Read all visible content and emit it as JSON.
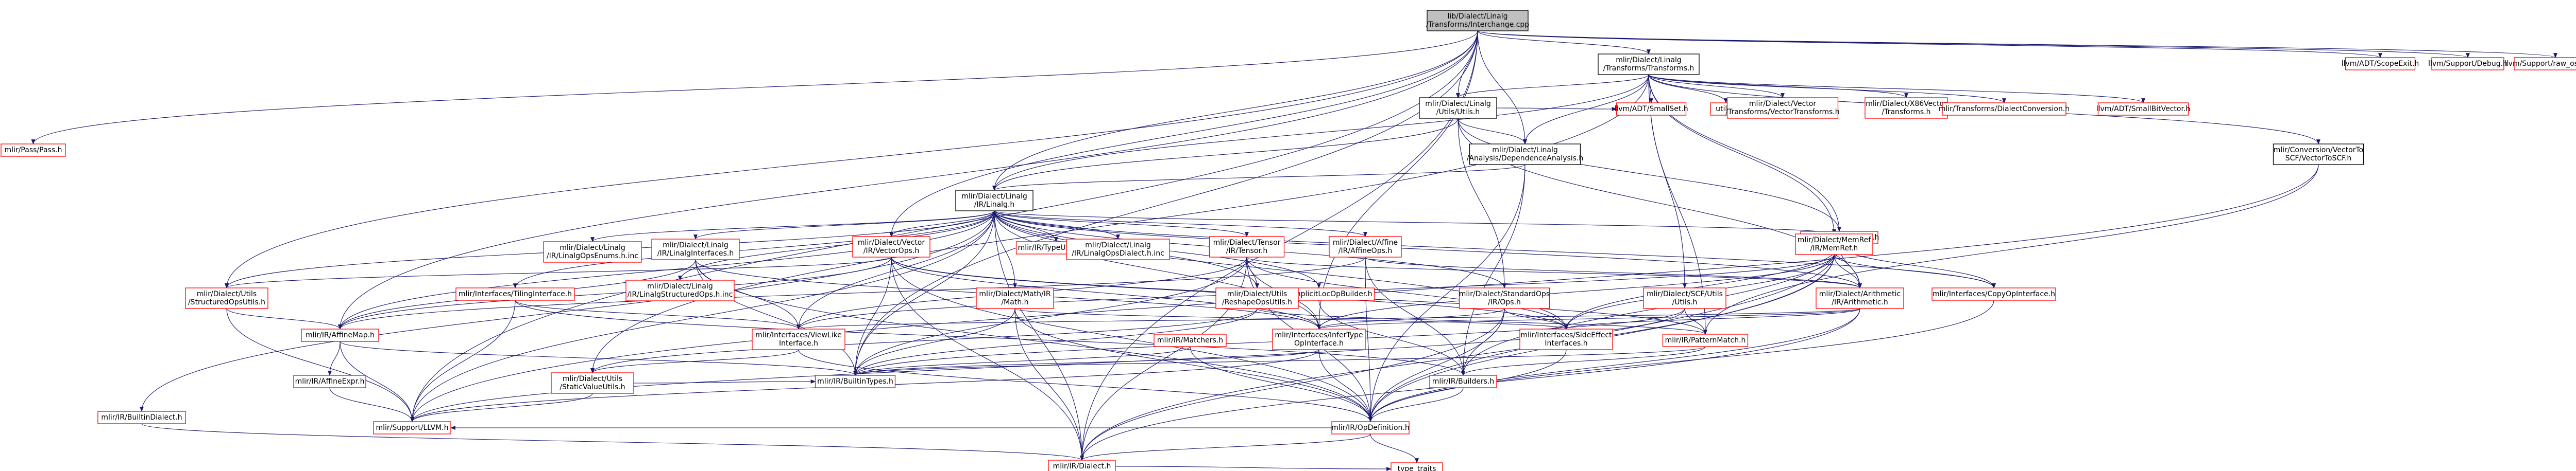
{
  "colors": {
    "root_fill": "#bfbfbf",
    "node_fill": "#ffffff",
    "node_border": "#000000",
    "missing_border": "#ff0000",
    "edge": "#191970",
    "text": "#000000"
  },
  "nodes": {
    "root": {
      "lines": [
        "lib/Dialect/Linalg",
        "/Transforms/Interchange.cpp"
      ],
      "kind": "root"
    },
    "transforms": {
      "lines": [
        "mlir/Dialect/Linalg",
        "/Transforms/Transforms.h"
      ],
      "kind": "normal"
    },
    "scopeexit": {
      "lines": [
        "llvm/ADT/ScopeExit.h"
      ],
      "kind": "missing"
    },
    "debug": {
      "lines": [
        "llvm/Support/Debug.h"
      ],
      "kind": "missing"
    },
    "raw_ostream": {
      "lines": [
        "llvm/Support/raw_ostream.h"
      ],
      "kind": "missing"
    },
    "pass": {
      "lines": [
        "mlir/Pass/Pass.h"
      ],
      "kind": "missing"
    },
    "linalg_utils": {
      "lines": [
        "mlir/Dialect/Linalg",
        "/Utils/Utils.h"
      ],
      "kind": "normal"
    },
    "smallset": {
      "lines": [
        "llvm/ADT/SmallSet.h"
      ],
      "kind": "missing"
    },
    "utility": {
      "lines": [
        "utility"
      ],
      "kind": "missing"
    },
    "vector_transforms": {
      "lines": [
        "mlir/Dialect/Vector",
        "/Transforms/VectorTransforms.h"
      ],
      "kind": "missing"
    },
    "x86_transforms": {
      "lines": [
        "mlir/Dialect/X86Vector",
        "/Transforms.h"
      ],
      "kind": "missing"
    },
    "dialect_conversion": {
      "lines": [
        "mlir/Transforms/DialectConversion.h"
      ],
      "kind": "missing"
    },
    "smallbitvector": {
      "lines": [
        "llvm/ADT/SmallBitVector.h"
      ],
      "kind": "missing"
    },
    "dependence": {
      "lines": [
        "mlir/Dialect/Linalg",
        "/Analysis/DependenceAnalysis.h"
      ],
      "kind": "normal"
    },
    "vector_to_scf": {
      "lines": [
        "mlir/Conversion/VectorTo",
        "SCF/VectorToSCF.h"
      ],
      "kind": "normal"
    },
    "linalg_h": {
      "lines": [
        "mlir/Dialect/Linalg",
        "/IR/Linalg.h"
      ],
      "kind": "normal"
    },
    "scf_h": {
      "lines": [
        "mlir/Dialect/SCF/SCF.h"
      ],
      "kind": "missing"
    },
    "memref_h": {
      "lines": [
        "mlir/Dialect/MemRef",
        "/IR/MemRef.h"
      ],
      "kind": "missing"
    },
    "vector_ops": {
      "lines": [
        "mlir/Dialect/Vector",
        "/IR/VectorOps.h"
      ],
      "kind": "missing"
    },
    "tensor_h": {
      "lines": [
        "mlir/Dialect/Tensor",
        "/IR/Tensor.h"
      ],
      "kind": "missing"
    },
    "affine_ops": {
      "lines": [
        "mlir/Dialect/Affine",
        "/IR/AffineOps.h"
      ],
      "kind": "missing"
    },
    "typeutilities": {
      "lines": [
        "mlir/IR/TypeUtilities.h"
      ],
      "kind": "missing"
    },
    "linalg_dialect_inc": {
      "lines": [
        "mlir/Dialect/Linalg",
        "/IR/LinalgOpsDialect.h.inc"
      ],
      "kind": "missing"
    },
    "linalg_ops_enums": {
      "lines": [
        "mlir/Dialect/Linalg",
        "/IR/LinalgOpsEnums.h.inc"
      ],
      "kind": "missing"
    },
    "linalg_interfaces": {
      "lines": [
        "mlir/Dialect/Linalg",
        "/IR/LinalgInterfaces.h"
      ],
      "kind": "missing"
    },
    "linalg_structured_inc": {
      "lines": [
        "mlir/Dialect/Linalg",
        "/IR/LinalgStructuredOps.h.inc"
      ],
      "kind": "missing"
    },
    "tiling_interface": {
      "lines": [
        "mlir/Interfaces/TilingInterface.h"
      ],
      "kind": "missing"
    },
    "structured_ops_utils": {
      "lines": [
        "mlir/Dialect/Utils",
        "/StructuredOpsUtils.h"
      ],
      "kind": "missing"
    },
    "arith_h": {
      "lines": [
        "mlir/Dialect/Arithmetic",
        "/IR/Arithmetic.h"
      ],
      "kind": "missing"
    },
    "copy_op_interface": {
      "lines": [
        "mlir/Interfaces/CopyOpInterface.h"
      ],
      "kind": "missing"
    },
    "scf_utils": {
      "lines": [
        "mlir/Dialect/SCF/Utils",
        "/Utils.h"
      ],
      "kind": "missing"
    },
    "standard_ops": {
      "lines": [
        "mlir/Dialect/StandardOps",
        "/IR/Ops.h"
      ],
      "kind": "missing"
    },
    "implicit_locop": {
      "lines": [
        "mlir/IR/ImplicitLocOpBuilder.h"
      ],
      "kind": "missing"
    },
    "reshape_ops_utils": {
      "lines": [
        "mlir/Dialect/Utils",
        "/ReshapeOpsUtils.h"
      ],
      "kind": "missing"
    },
    "math_h": {
      "lines": [
        "mlir/Dialect/Math/IR",
        "/Math.h"
      ],
      "kind": "missing"
    },
    "builtin_dialect": {
      "lines": [
        "mlir/IR/BuiltinDialect.h"
      ],
      "kind": "missing"
    },
    "affine_map": {
      "lines": [
        "mlir/IR/AffineMap.h"
      ],
      "kind": "missing"
    },
    "view_like": {
      "lines": [
        "mlir/Interfaces/ViewLike",
        "Interface.h"
      ],
      "kind": "missing"
    },
    "matchers": {
      "lines": [
        "mlir/IR/Matchers.h"
      ],
      "kind": "missing"
    },
    "infer_type": {
      "lines": [
        "mlir/Interfaces/InferType",
        "OpInterface.h"
      ],
      "kind": "missing"
    },
    "side_effect": {
      "lines": [
        "mlir/Interfaces/SideEffect",
        "Interfaces.h"
      ],
      "kind": "missing"
    },
    "pattern_match": {
      "lines": [
        "mlir/IR/PatternMatch.h"
      ],
      "kind": "missing"
    },
    "affine_expr": {
      "lines": [
        "mlir/IR/AffineExpr.h"
      ],
      "kind": "missing"
    },
    "static_value": {
      "lines": [
        "mlir/Dialect/Utils",
        "/StaticValueUtils.h"
      ],
      "kind": "missing"
    },
    "builtin_types": {
      "lines": [
        "mlir/IR/BuiltinTypes.h"
      ],
      "kind": "missing"
    },
    "builders": {
      "lines": [
        "mlir/IR/Builders.h"
      ],
      "kind": "missing"
    },
    "support_llvm": {
      "lines": [
        "mlir/Support/LLVM.h"
      ],
      "kind": "missing"
    },
    "op_definition": {
      "lines": [
        "mlir/IR/OpDefinition.h"
      ],
      "kind": "missing"
    },
    "ir_dialect": {
      "lines": [
        "mlir/IR/Dialect.h"
      ],
      "kind": "missing"
    },
    "type_traits": {
      "lines": [
        "type_traits"
      ],
      "kind": "missing"
    }
  }
}
